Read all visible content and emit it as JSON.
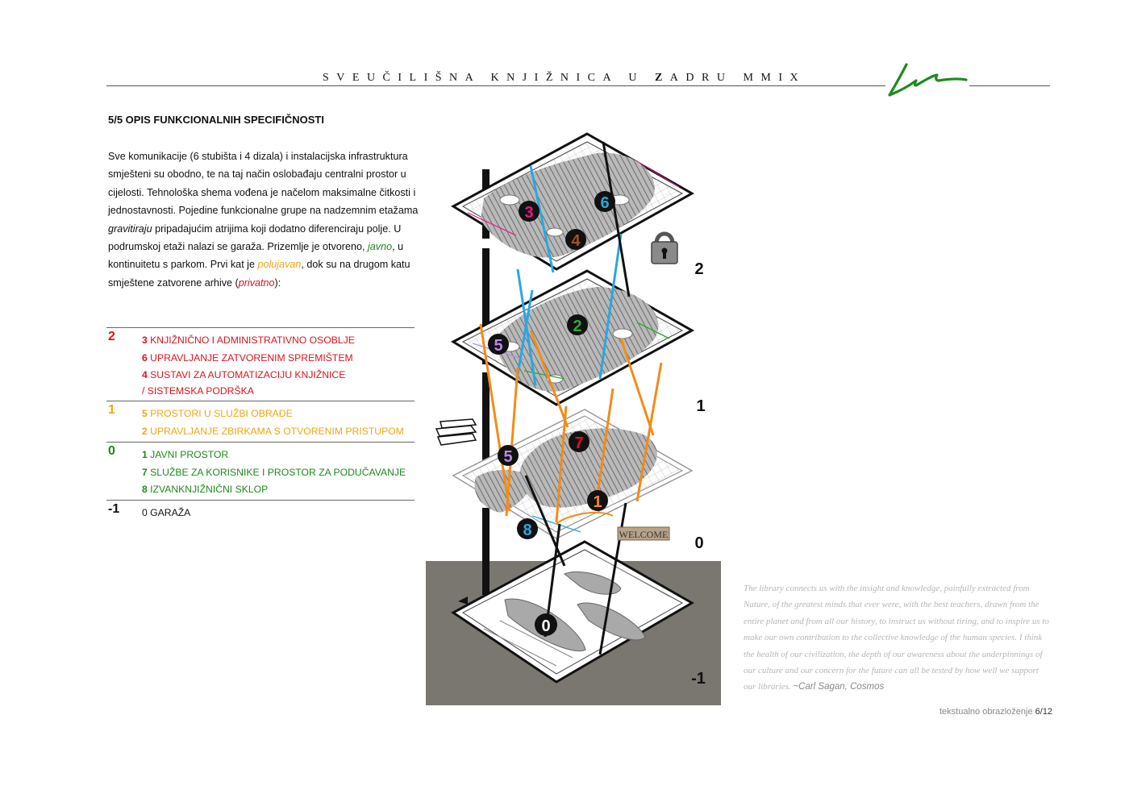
{
  "header": {
    "title_parts": [
      "SVEUČILIŠNA KNJIŽNICA U ",
      "Z",
      "ADRU MMIX"
    ]
  },
  "section_title": "5/5 OPIS FUNKCIONALNIH SPECIFIČNOSTI",
  "description": {
    "p1": "Sve komunikacije (6 stubišta i 4 dizala) i instalacijska infrastruktura smješteni su obodno, te na taj način oslobađaju centralni prostor u cijelosti. Tehnološka shema vođena je načelom maksimalne čitkosti i jednostavnosti. Pojedine funkcionalne grupe na nadzemnim etažama ",
    "em1": "gravitiraju",
    "p2": " pripadajućim atrijima koji dodatno diferenciraju polje. U podrumskoj etaži nalazi se garaža. Prizemlje je otvoreno, ",
    "em2": "javno",
    "p3": ", u kontinuitetu s parkom. Prvi kat je ",
    "em3": "polujavan",
    "p4": ", dok su na drugom katu smještene zatvorene arhive (",
    "em4": "privatno",
    "p5": "):"
  },
  "legend": [
    {
      "level": "2",
      "color": "#e0121b",
      "items": [
        {
          "num": "3",
          "text": "KNJIŽNIČNO I ADMINISTRATIVNO OSOBLJE"
        },
        {
          "num": "6",
          "text": "UPRAVLJANJE ZATVORENIM SPREMIŠTEM"
        },
        {
          "num": "4",
          "text": "SUSTAVI ZA AUTOMATIZACIJU KNJIŽNICE"
        },
        {
          "num": "",
          "text": "/ SISTEMSKA PODRŠKA"
        }
      ]
    },
    {
      "level": "1",
      "color": "#f2a516",
      "items": [
        {
          "num": "5",
          "text": "PROSTORI U SLUŽBI OBRADE"
        },
        {
          "num": "2",
          "text": "UPRAVLJANJE ZBIRKAMA S OTVORENIM PRISTUPOM"
        }
      ]
    },
    {
      "level": "0",
      "color": "#1e8a1e",
      "items": [
        {
          "num": "1",
          "text": "JAVNI PROSTOR"
        },
        {
          "num": "7",
          "text": "SLUŽBE ZA KORISNIKE I PROSTOR ZA PODUČAVANJE"
        },
        {
          "num": "8",
          "text": "IZVANKNJIŽNIČNI SKLOP"
        }
      ]
    },
    {
      "level": "-1",
      "color": "#111111",
      "items": [
        {
          "num": "0",
          "text": "GARAŽA"
        }
      ]
    }
  ],
  "diagram": {
    "level_labels": [
      "2",
      "1",
      "0",
      "-1"
    ],
    "markers": [
      {
        "num": "3",
        "color": "#e8168c"
      },
      {
        "num": "6",
        "color": "#29a8e0"
      },
      {
        "num": "4",
        "color": "#a0522d"
      },
      {
        "num": "2",
        "color": "#2ea82e"
      },
      {
        "num": "5",
        "color": "#b58be8"
      },
      {
        "num": "5",
        "color": "#b58be8"
      },
      {
        "num": "7",
        "color": "#e0121b"
      },
      {
        "num": "1",
        "color": "#f28c18"
      },
      {
        "num": "8",
        "color": "#29a8e0"
      },
      {
        "num": "0",
        "color": "#ffffff"
      }
    ],
    "welcome_sign": "WELCOME",
    "icons": [
      "lock-icon",
      "books-icon"
    ]
  },
  "quote": {
    "text": "The library connects us with the insight and knowledge, painfully extracted from Nature, of the greatest minds that ever were, with the best teachers, drawn from the entire planet and from all our history, to instruct us without tiring, and to inspire us to make our own contribution to the collective knowledge of the human species.  I think the health of our civilization, the depth of our awareness about the underpinnings of our culture and our concern for the future can all be tested by how well we support our libraries.",
    "attr": "~Carl Sagan, ",
    "attr_work": "Cosmos"
  },
  "footer": {
    "label": "tekstualno obrazloženje ",
    "page": "6/12"
  },
  "colors": {
    "level2": "#e0121b",
    "level1": "#f2a516",
    "level0": "#1e8a1e",
    "basement": "#7a7770",
    "logo": "#1e8a1e"
  }
}
